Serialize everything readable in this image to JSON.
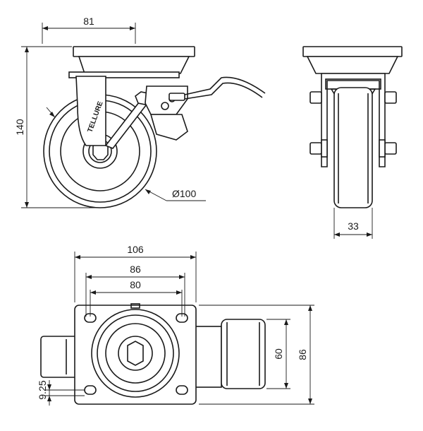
{
  "side_view": {
    "dim_top": "81",
    "dim_height": "140",
    "dim_diameter": "Ø100",
    "brand_mark": "TELLURE"
  },
  "front_view": {
    "dim_wheel_width": "33"
  },
  "top_view": {
    "dim_plate_width": "106",
    "dim_hole_spacing_outer": "86",
    "dim_hole_spacing_inner": "80",
    "dim_plate_depth": "86",
    "dim_hole_depth": "60",
    "dim_hole_diameter": "9.25"
  }
}
